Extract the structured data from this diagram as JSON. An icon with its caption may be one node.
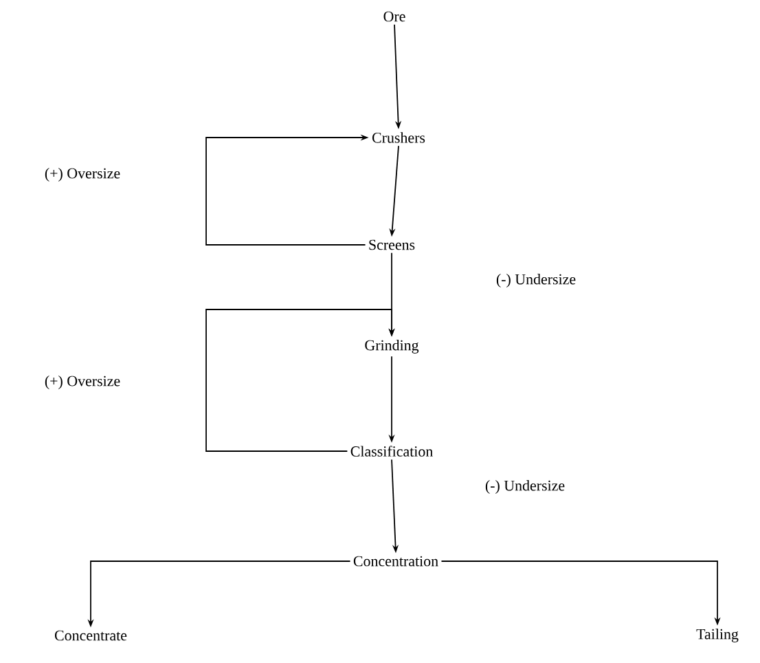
{
  "diagram": {
    "nodes": [
      {
        "text": [
          "Ore"
        ]
      },
      {
        "text": [
          "Crushers"
        ]
      },
      {
        "text": [
          "Screens"
        ]
      },
      {
        "text": [
          "Grinding"
        ]
      },
      {
        "text": [
          "Classification"
        ]
      },
      {
        "text": [
          "Concentration"
        ]
      },
      {
        "text": [
          "Concentrate"
        ]
      },
      {
        "text": [
          "Tailing"
        ]
      }
    ],
    "edges": [
      {
        "from": 0,
        "to": 1,
        "arrow": "to"
      },
      {
        "from": 1,
        "to": 2,
        "arrow": "to"
      },
      {
        "from": 2,
        "to": 1,
        "arrow": "to"
      },
      {
        "from": 2,
        "to": 3,
        "arrow": "to"
      },
      {
        "from": 3,
        "to": 4,
        "arrow": "to"
      },
      {
        "from": 4,
        "to": 3,
        "arrow": "to"
      },
      {
        "from": 4,
        "to": 5,
        "arrow": "to"
      },
      {
        "from": 5,
        "to": 6,
        "arrow": "to"
      },
      {
        "from": 5,
        "to": 7,
        "arrow": "to"
      }
    ],
    "labels": [
      "(+) Oversize",
      "(-) Undersize",
      "(+) Oversize",
      "(-) Undersize"
    ]
  }
}
